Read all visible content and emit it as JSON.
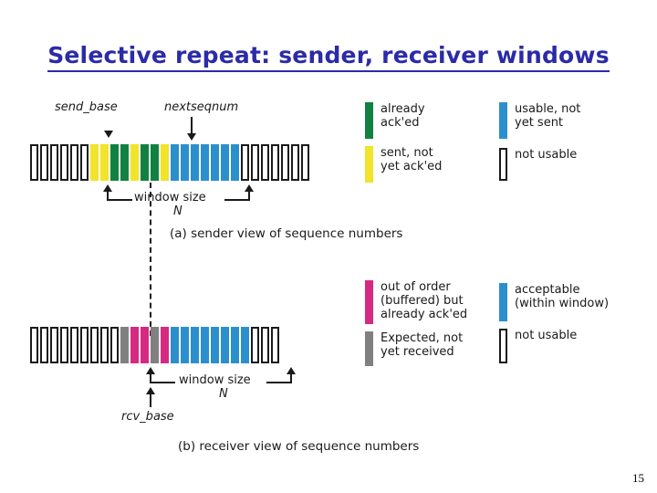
{
  "slide": {
    "title": "Selective repeat: sender, receiver windows",
    "page_number": "15",
    "title_color": "#2B2BA8"
  },
  "colors": {
    "already_acked_green": "#118141",
    "sent_not_acked_yellow": "#F2E32B",
    "usable_blue": "#2C8FCD",
    "not_usable_white": "#FFFFFF",
    "outline_black": "#1A1A1A",
    "out_of_order_magenta": "#D62982",
    "expected_gray": "#808080"
  },
  "sender": {
    "label_send_base": "send_base",
    "label_nextseqnum": "nextseqnum",
    "window_size_label": "window size",
    "window_size_value": "N",
    "caption": "(a) sender view of sequence numbers",
    "cells": [
      "empty",
      "empty",
      "empty",
      "empty",
      "empty",
      "empty",
      "yellow",
      "yellow",
      "green",
      "green",
      "yellow",
      "green",
      "green",
      "yellow",
      "blue",
      "blue",
      "blue",
      "blue",
      "blue",
      "blue",
      "blue",
      "empty",
      "empty",
      "empty",
      "empty",
      "empty",
      "empty",
      "empty"
    ],
    "legend": [
      {
        "swatch": "green",
        "text": "already\nack'ed"
      },
      {
        "swatch": "yellow",
        "text": "sent, not\nyet ack'ed"
      },
      {
        "swatch": "blue",
        "text": "usable, not\nyet sent"
      },
      {
        "swatch": "white",
        "text": "not usable"
      }
    ]
  },
  "receiver": {
    "label_rcv_base": "rcv_base",
    "window_size_label": "window size",
    "window_size_value": "N",
    "caption": "(b) receiver view of sequence numbers",
    "cells": [
      "empty",
      "empty",
      "empty",
      "empty",
      "empty",
      "empty",
      "empty",
      "empty",
      "empty",
      "gray",
      "magenta",
      "magenta",
      "gray",
      "magenta",
      "blue",
      "blue",
      "blue",
      "blue",
      "blue",
      "blue",
      "blue",
      "blue",
      "empty",
      "empty",
      "empty"
    ],
    "legend": [
      {
        "swatch": "magenta",
        "text": "out of order\n(buffered) but\nalready ack'ed"
      },
      {
        "swatch": "gray",
        "text": "Expected, not\nyet received"
      },
      {
        "swatch": "blue",
        "text": "acceptable\n(within window)"
      },
      {
        "swatch": "white",
        "text": "not usable"
      }
    ]
  }
}
